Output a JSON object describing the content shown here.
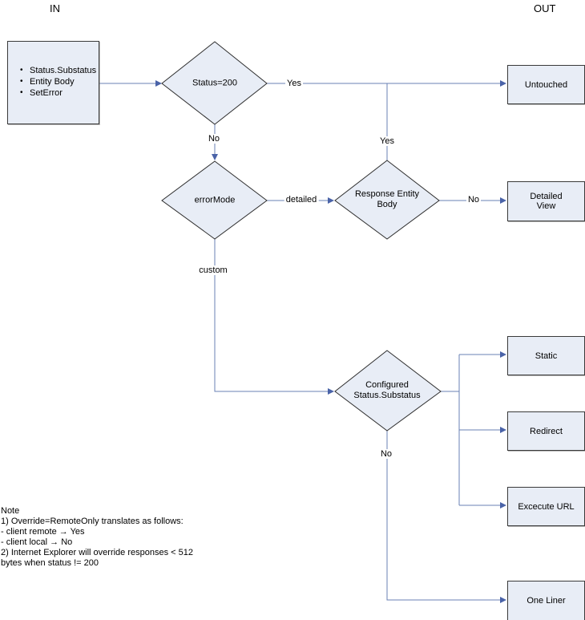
{
  "title_labels": {
    "in": "IN",
    "out": "OUT"
  },
  "nodes": {
    "input": {
      "items": [
        "Status.Substatus",
        "Entity Body",
        "SetError"
      ]
    },
    "status200": {
      "label": "Status=200"
    },
    "errorMode": {
      "label": "errorMode"
    },
    "responseEntityBody": {
      "label": "Response Entity Body"
    },
    "configured": {
      "label": "Configured Status.Substatus"
    },
    "untouched": {
      "label": "Untouched"
    },
    "detailedView": {
      "label": "Detailed View"
    },
    "staticBox": {
      "label": "Static"
    },
    "redirect": {
      "label": "Redirect"
    },
    "executeUrl": {
      "label": "Excecute URL"
    },
    "oneLiner": {
      "label": "One Liner"
    }
  },
  "edge_labels": {
    "yes_status200": "Yes",
    "no_status200": "No",
    "detailed": "detailed",
    "yes_reb": "Yes",
    "no_reb": "No",
    "custom": "custom",
    "no_configured": "No"
  },
  "note": {
    "lines": [
      "Note",
      "1) Override=RemoteOnly translates as follows:",
      "- client remote → Yes",
      "- client local → No",
      "2) Internet Explorer will override responses < 512",
      "bytes when status != 200"
    ]
  },
  "colors": {
    "shape_fill": "#e8edf6",
    "shape_border": "#3a3a3a",
    "connector_line": "#6981b4",
    "arrowhead": "#4a63a8",
    "text": "#000000",
    "background": "#ffffff"
  }
}
